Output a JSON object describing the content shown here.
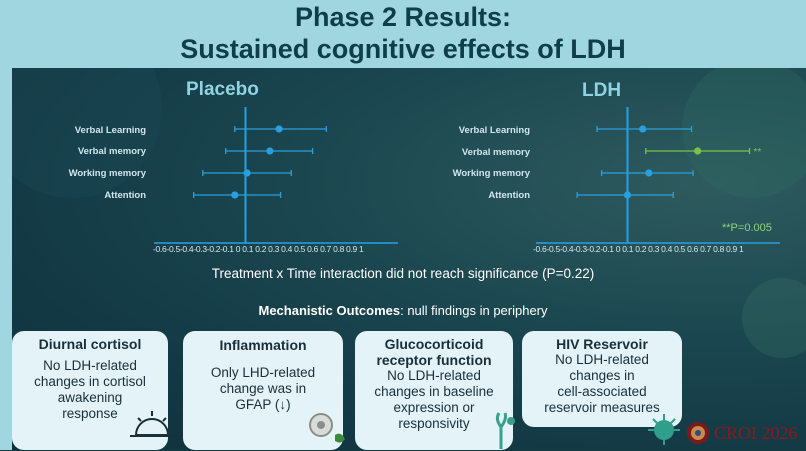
{
  "header": {
    "title_line1": "Phase 2 Results:",
    "title_line2": "Sustained cognitive effects of LDH"
  },
  "panels": {
    "placebo": {
      "title": "Placebo"
    },
    "ldh": {
      "title": "LDH",
      "significance_note": "**P=0.005",
      "sig_marker": "**"
    }
  },
  "axis_tick_text": "-0.6-0.5-0.4-0.3-0.2-0.1  0  0.1 0.2 0.3 0.4 0.5 0.6 0.7 0.8 0.9  1",
  "interaction_text": "Treatment x Time interaction did not reach significance (P=0.22)",
  "mechanistic": {
    "label": "Mechanistic Outcomes",
    "text": ": null findings in periphery"
  },
  "boxes": [
    {
      "title": "Diurnal cortisol",
      "body": [
        "No LDH-related",
        "changes in cortisol",
        "awakening",
        "response"
      ]
    },
    {
      "title": "Inflammation",
      "body": [
        "Only LHD-related",
        "change was in",
        "GFAP (↓)"
      ]
    },
    {
      "title_lines": [
        "Glucocorticoid",
        "receptor function"
      ],
      "body": [
        "No LDH-related",
        "changes in baseline",
        "expression or",
        "responsivity"
      ]
    },
    {
      "title": "HIV Reservoir",
      "body": [
        "No LDH-related",
        "changes in",
        "cell-associated",
        "reservoir measures"
      ]
    }
  ],
  "logo": {
    "text": "CROI 2026"
  },
  "colors": {
    "header_bg": "#9fd6df",
    "title": "#0e3e4b",
    "marker": "#2a9fe0",
    "sig_marker": "#7cc24a",
    "box_bg": "#e3f3f8"
  },
  "chart_data": [
    {
      "type": "scatter",
      "title": "Placebo",
      "categories": [
        "Verbal Learning",
        "Verbal memory",
        "Working memory",
        "Attention"
      ],
      "estimates": [
        0.22,
        0.16,
        0.01,
        -0.07
      ],
      "ci_low": [
        -0.07,
        -0.13,
        -0.28,
        -0.34
      ],
      "ci_high": [
        0.53,
        0.44,
        0.3,
        0.23
      ],
      "xlim": [
        -0.6,
        1
      ],
      "x_ticks": [
        -0.6,
        -0.5,
        -0.4,
        -0.3,
        -0.2,
        -0.1,
        0,
        0.1,
        0.2,
        0.3,
        0.4,
        0.5,
        0.6,
        0.7,
        0.8,
        0.9,
        1
      ],
      "reference_line": 0
    },
    {
      "type": "scatter",
      "title": "LDH",
      "categories": [
        "Verbal Learning",
        "Verbal memory",
        "Working memory",
        "Attention"
      ],
      "estimates": [
        0.1,
        0.46,
        0.14,
        0.0
      ],
      "ci_low": [
        -0.2,
        0.12,
        -0.17,
        -0.33
      ],
      "ci_high": [
        0.42,
        0.8,
        0.43,
        0.3
      ],
      "significant": [
        false,
        true,
        false,
        false
      ],
      "xlim": [
        -0.6,
        1
      ],
      "x_ticks": [
        -0.6,
        -0.5,
        -0.4,
        -0.3,
        -0.2,
        -0.1,
        0,
        0.1,
        0.2,
        0.3,
        0.4,
        0.5,
        0.6,
        0.7,
        0.8,
        0.9,
        1
      ],
      "reference_line": 0
    }
  ]
}
